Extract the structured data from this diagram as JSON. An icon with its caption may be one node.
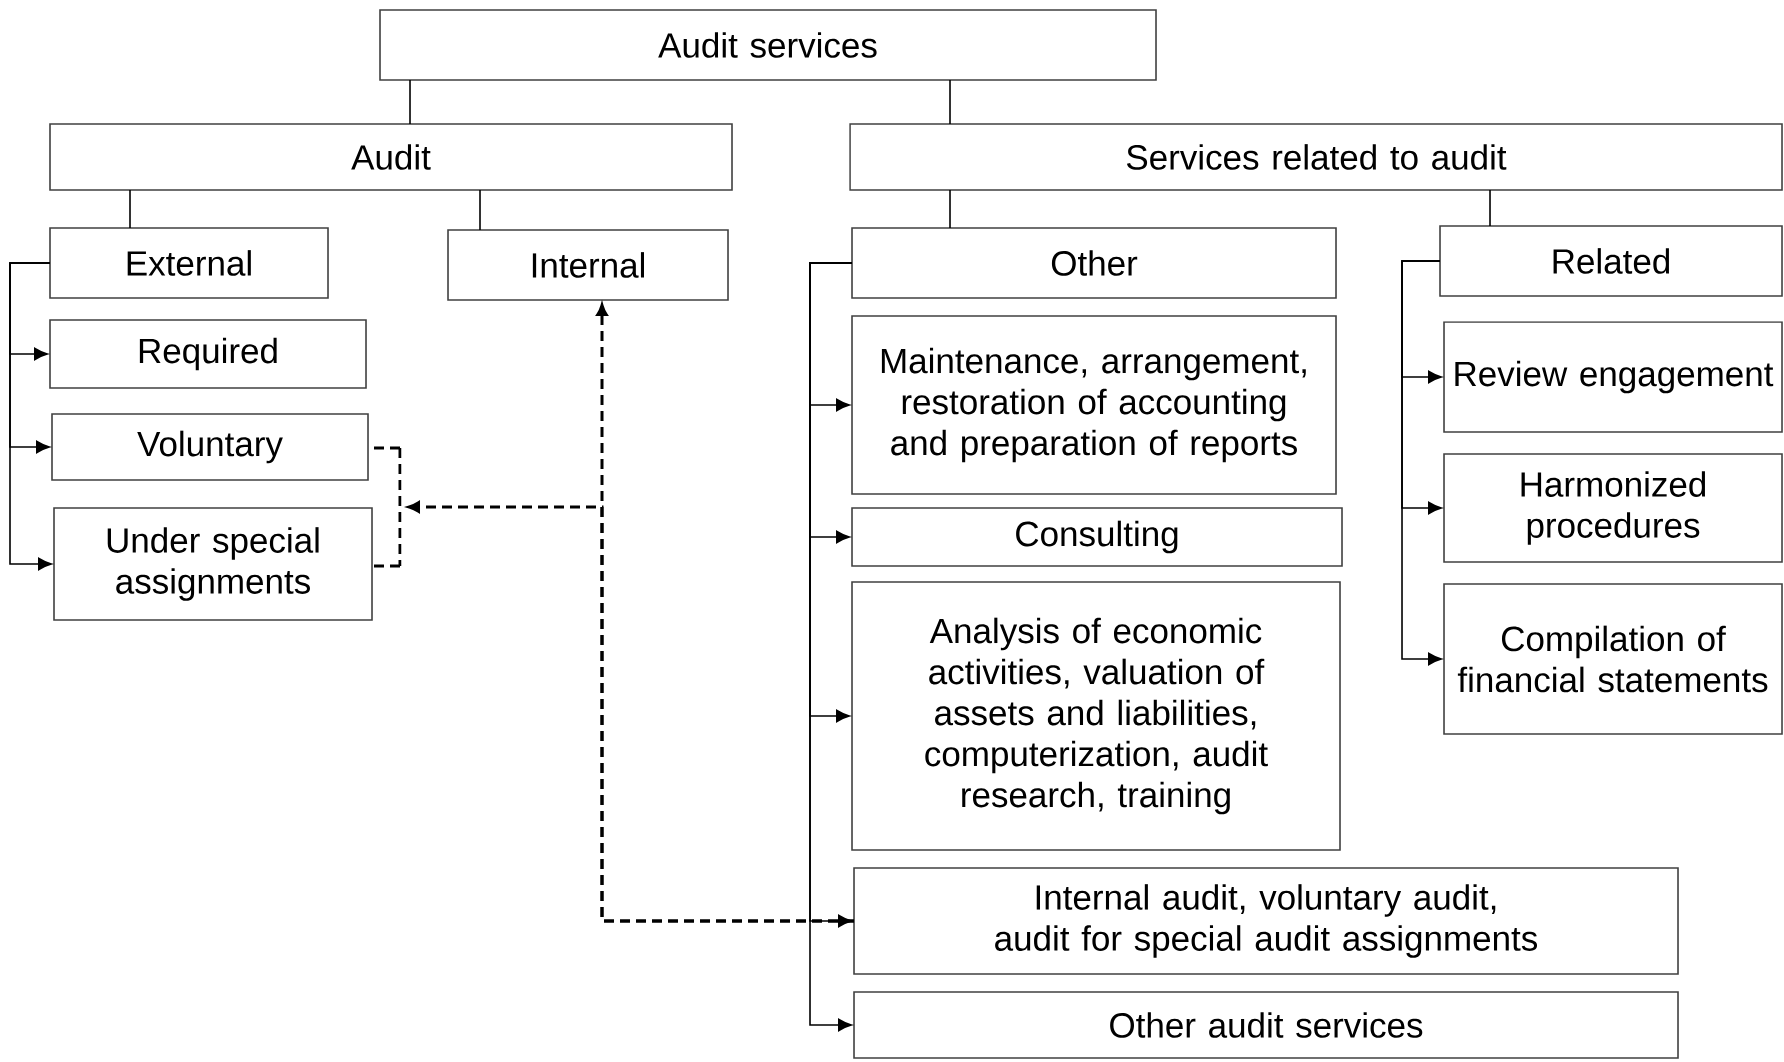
{
  "diagram": {
    "nodes": [
      {
        "text": [
          "Audit services"
        ]
      },
      {
        "text": [
          "Audit"
        ]
      },
      {
        "text": [
          "Services related to audit"
        ]
      },
      {
        "text": [
          "External"
        ]
      },
      {
        "text": [
          "Internal"
        ]
      },
      {
        "text": [
          "Required"
        ]
      },
      {
        "text": [
          "Voluntary"
        ]
      },
      {
        "text": [
          "Under special assignments"
        ]
      },
      {
        "text": [
          "Other"
        ]
      },
      {
        "text": [
          "Maintenance, arrangement, restoration of accounting and preparation of reports"
        ]
      },
      {
        "text": [
          "Consulting"
        ]
      },
      {
        "text": [
          "Analysis of economic activities, valuation of assets and liabilities, computerization, audit research, training"
        ]
      },
      {
        "text": [
          "Internal audit, voluntary audit, audit for special audit assignments"
        ]
      },
      {
        "text": [
          "Other audit services"
        ]
      },
      {
        "text": [
          "Related"
        ]
      },
      {
        "text": [
          "Review engagement"
        ]
      },
      {
        "text": [
          "Harmonized procedures"
        ]
      },
      {
        "text": [
          "Compilation of financial statements"
        ]
      },
      {
        "text": [],
        "shape": "bar"
      }
    ],
    "edges": [
      {
        "from": 0,
        "to": 1,
        "arrow": "none"
      },
      {
        "from": 0,
        "to": 2,
        "arrow": "none"
      },
      {
        "from": 1,
        "to": 3,
        "arrow": "none"
      },
      {
        "from": 1,
        "to": 4,
        "arrow": "none"
      },
      {
        "from": 2,
        "to": 8,
        "arrow": "none"
      },
      {
        "from": 2,
        "to": 14,
        "arrow": "none"
      },
      {
        "from": 3,
        "to": 5,
        "arrow": "to"
      },
      {
        "from": 3,
        "to": 6,
        "arrow": "to"
      },
      {
        "from": 3,
        "to": 7,
        "arrow": "to"
      },
      {
        "from": 8,
        "to": 9,
        "arrow": "to"
      },
      {
        "from": 8,
        "to": 10,
        "arrow": "to"
      },
      {
        "from": 8,
        "to": 11,
        "arrow": "to"
      },
      {
        "from": 8,
        "to": 12,
        "arrow": "to"
      },
      {
        "from": 8,
        "to": 13,
        "arrow": "to"
      },
      {
        "from": 14,
        "to": 15,
        "arrow": "to"
      },
      {
        "from": 14,
        "to": 16,
        "arrow": "to"
      },
      {
        "from": 14,
        "to": 17,
        "arrow": "to"
      },
      {
        "from": 12,
        "to": 4,
        "arrow": "to",
        "style": "dashed"
      },
      {
        "from": 12,
        "to": 18,
        "arrow": "to",
        "style": "dashed"
      },
      {
        "from": 18,
        "to": 6,
        "arrow": "none",
        "style": "dashed"
      },
      {
        "from": 18,
        "to": 7,
        "arrow": "none",
        "style": "dashed"
      }
    ]
  }
}
